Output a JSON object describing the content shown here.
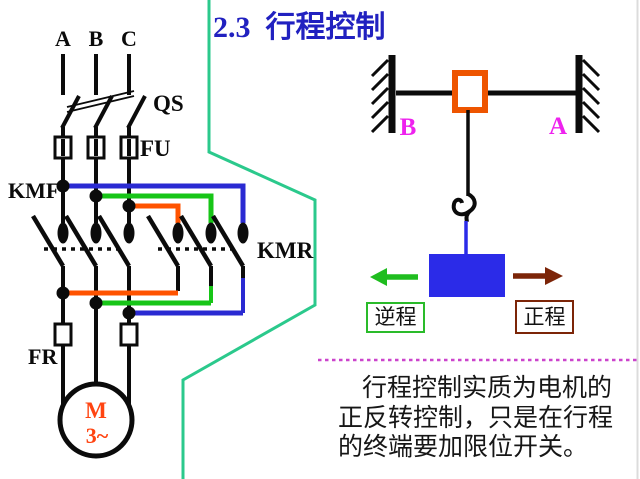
{
  "title": {
    "number": "2.3",
    "text": "行程控制"
  },
  "circuit": {
    "phase_a": "A",
    "phase_b": "B",
    "phase_c": "C",
    "switch": "QS",
    "fuse": "FU",
    "forward_contactor": "KMF",
    "reverse_contactor": "KMR",
    "thermal_relay": "FR",
    "motor": "M",
    "motor_type": "3~"
  },
  "mechanism": {
    "left_end": "B",
    "right_end": "A",
    "reverse": "逆程",
    "forward": "正程"
  },
  "note": {
    "line1": "行程控制实质为电机的",
    "line2": "正反转控制，只是在行程",
    "line3": "的终端要加限位开关。"
  },
  "colors": {
    "title_blue": "#2121c0",
    "divider_teal": "#2bc98c",
    "wire_blue": "#2a2ad2",
    "wire_green": "#17c517",
    "wire_orange": "#ff5300",
    "trolley_orange": "#ee5500",
    "load_blue": "#2b2be8",
    "arrow_green": "#1fbd1f",
    "arrow_brown": "#7c2508",
    "end_label_magenta": "#ee22ee",
    "separator_magenta": "#cc44cc",
    "motor_text_orange": "#ff4411"
  }
}
